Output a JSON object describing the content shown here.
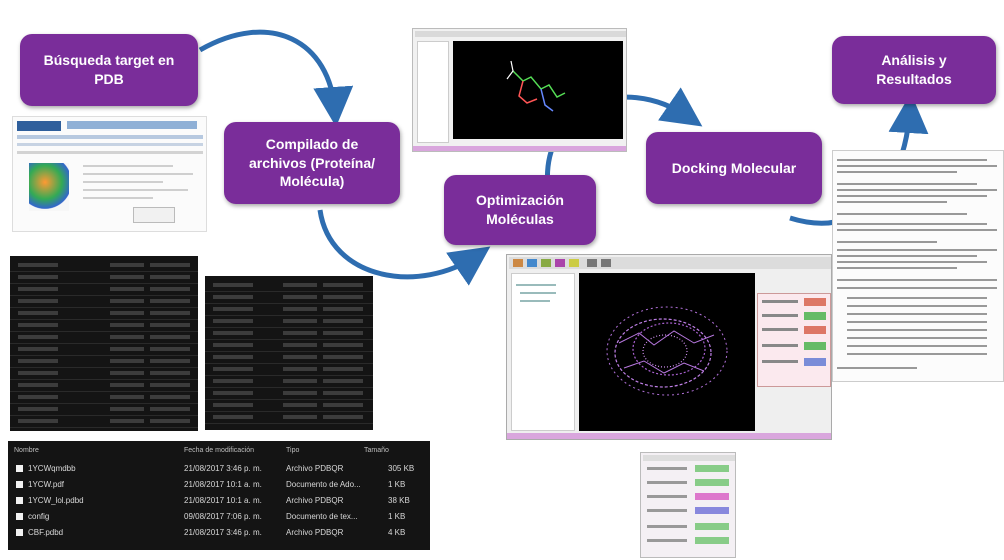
{
  "diagram": {
    "steps": [
      {
        "id": "step-1",
        "label": "Búsqueda target en\nPDB"
      },
      {
        "id": "step-2",
        "label": "Compilado de\narchivos (Proteína/\nMolécula)"
      },
      {
        "id": "step-3",
        "label": "Optimización\nMoléculas"
      },
      {
        "id": "step-4",
        "label": "Docking Molecular"
      },
      {
        "id": "step-5",
        "label": "Análisis y\nResultados"
      }
    ],
    "colors": {
      "node": "#7a2d9a",
      "arrow": "#2e6db0",
      "pink": "#d9a6dd",
      "dark_panel": "#141414"
    }
  },
  "file_table": {
    "headers": [
      "Nombre",
      "Fecha de modificación",
      "Tipo",
      "Tamaño"
    ],
    "rows": [
      {
        "name": "1YCWqmdbb",
        "date": "21/08/2017 3:46 p. m.",
        "type": "Archivo PDBQR",
        "size": "305 KB"
      },
      {
        "name": "1YCW.pdf",
        "date": "21/08/2017 10:1 a. m.",
        "type": "Documento de Ado...",
        "size": "1 KB"
      },
      {
        "name": "1YCW_lol.pdbd",
        "date": "21/08/2017 10:1 a. m.",
        "type": "Archivo PDBQR",
        "size": "38 KB"
      },
      {
        "name": "config",
        "date": "09/08/2017 7:06 p. m.",
        "type": "Documento de tex...",
        "size": "1 KB"
      },
      {
        "name": "CBF.pdbd",
        "date": "21/08/2017 3:46 p. m.",
        "type": "Archivo PDBQR",
        "size": "4 KB"
      }
    ]
  }
}
